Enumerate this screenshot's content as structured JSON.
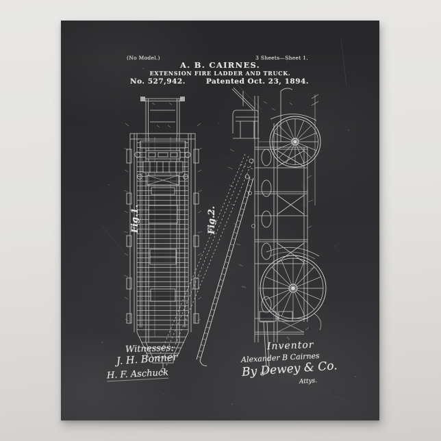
{
  "poster": {
    "header": {
      "no_model": "(No Model.)",
      "sheets": "3 Sheets—Sheet 1.",
      "inventor_title": "A. B. CAIRNES.",
      "patent_title": "EXTENSION FIRE LADDER AND TRUCK.",
      "patent_number": "No. 527,942.",
      "patent_date": "Patented Oct. 23, 1894."
    },
    "figures": [
      {
        "label": "Fig.1."
      },
      {
        "label": "Fig.2."
      }
    ],
    "signatures": {
      "witnesses_label": "Witnesses:",
      "witness_1": "J. H. Bonner",
      "witness_2": "H. F. Aschuck",
      "inventor_label": "Inventor",
      "inventor_name": "Alexander B Cairnes",
      "attorney": "By Dewey & Co.",
      "attorney_suffix": "Attys."
    },
    "colors": {
      "chalkboard": "#2e2e31",
      "chalk": "#e9e7e2",
      "backdrop_top": "#e9e8e6",
      "backdrop_bottom": "#d0cecc"
    }
  }
}
